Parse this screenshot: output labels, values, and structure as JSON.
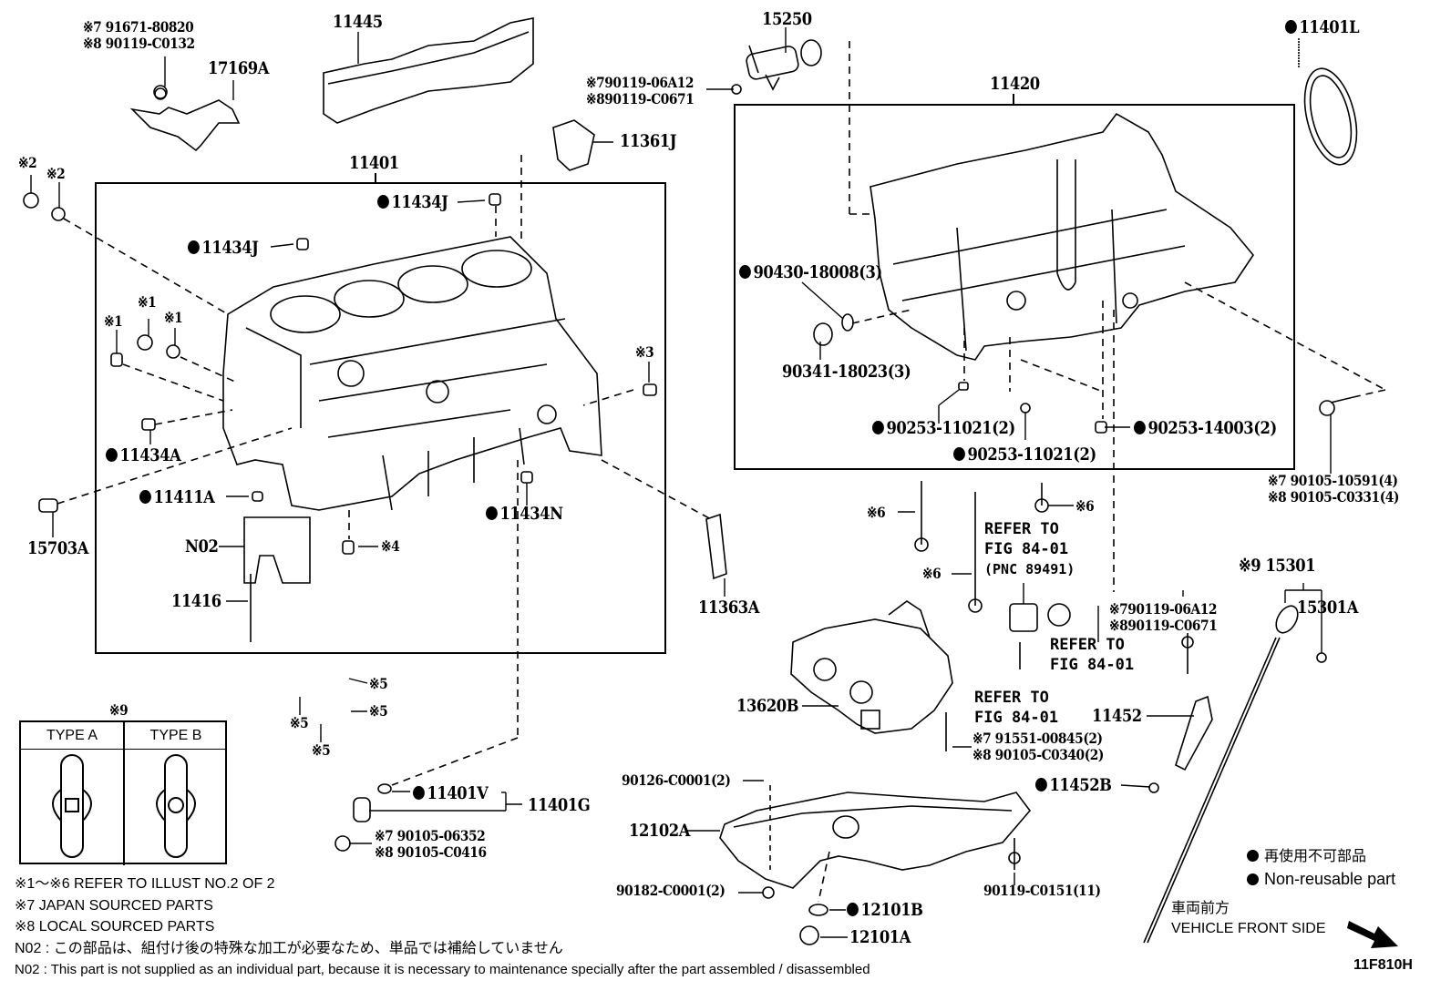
{
  "diagram": {
    "figure_code": "11F810H",
    "groups": {
      "cylinder_block": "11401",
      "crankcase": "11420"
    },
    "labels": {
      "p17169A_notes": [
        "※7 91671-80820",
        "※8 90119-C0132"
      ],
      "p17169A": "17169A",
      "p11445": "11445",
      "p15250": "15250",
      "p15250_bolt": [
        "※790119-06A12",
        "※890119-C0671"
      ],
      "p11361J": "11361J",
      "p11401L": "11401L",
      "p11401": "11401",
      "p11420": "11420",
      "p11434J_a": "11434J",
      "p11434J_b": "11434J",
      "n2_a": "※2",
      "n2_b": "※2",
      "n1_a": "※1",
      "n1_b": "※1",
      "n1_c": "※1",
      "n3": "※3",
      "n4": "※4",
      "p11434A": "11434A",
      "p11411A": "11411A",
      "p15703A": "15703A",
      "pN02": "N02",
      "p11416": "11416",
      "p11434N": "11434N",
      "p11363A": "11363A",
      "p90430": "90430-18008(3)",
      "p90341": "90341-18023(3)",
      "p90253_a": "90253-11021(2)",
      "p90253_b": "90253-11021(2)",
      "p90253_c": "90253-14003(2)",
      "p90105_right": [
        "※7 90105-10591(4)",
        "※8 90105-C0331(4)"
      ],
      "n6_a": "※6",
      "n6_b": "※6",
      "n6_c": "※6",
      "refer_pnc": [
        "REFER TO",
        "FIG 84-01",
        "(PNC 89491)"
      ],
      "refer_2": [
        "REFER TO",
        "FIG 84-01"
      ],
      "refer_3": [
        "REFER TO",
        "FIG 84-01"
      ],
      "bolt_06A12": [
        "※790119-06A12",
        "※890119-C0671"
      ],
      "p15301": "※9 15301",
      "p15301A": "15301A",
      "p11452": "11452",
      "p11452B": "11452B",
      "p91551": [
        "※7 91551-00845(2)",
        "※8 90105-C0340(2)"
      ],
      "p13620B": "13620B",
      "n5_a": "※5",
      "n5_b": "※5",
      "n5_c": "※5",
      "n5_d": "※5",
      "p11401V": "11401V",
      "p11401G": "11401G",
      "p90105_06352": [
        "※7 90105-06352",
        "※8 90105-C0416"
      ],
      "p90126": "90126-C0001(2)",
      "p12102A": "12102A",
      "p90182": "90182-C0001(2)",
      "p12101B": "12101B",
      "p12101A": "12101A",
      "p90119_C0151": "90119-C0151(11)"
    },
    "type_table": {
      "note": "※9",
      "type_a": "TYPE A",
      "type_b": "TYPE B"
    },
    "legend": {
      "non_reusable_jp": "再使用不可部品",
      "non_reusable_en": "Non-reusable part",
      "front_jp": "車両前方",
      "front_en": "VEHICLE FRONT SIDE"
    },
    "footnotes": [
      "※1～※6  REFER TO ILLUST NO.2 OF 2",
      "※7 JAPAN SOURCED PARTS",
      "※8 LOCAL SOURCED PARTS",
      "N02 : この部品は、組付け後の特殊な加工が必要なため、単品では補給していません",
      "N02 : This part is not supplied as an individual part, because it is necessary to maintenance specially after the part assembled / disassembled"
    ]
  }
}
